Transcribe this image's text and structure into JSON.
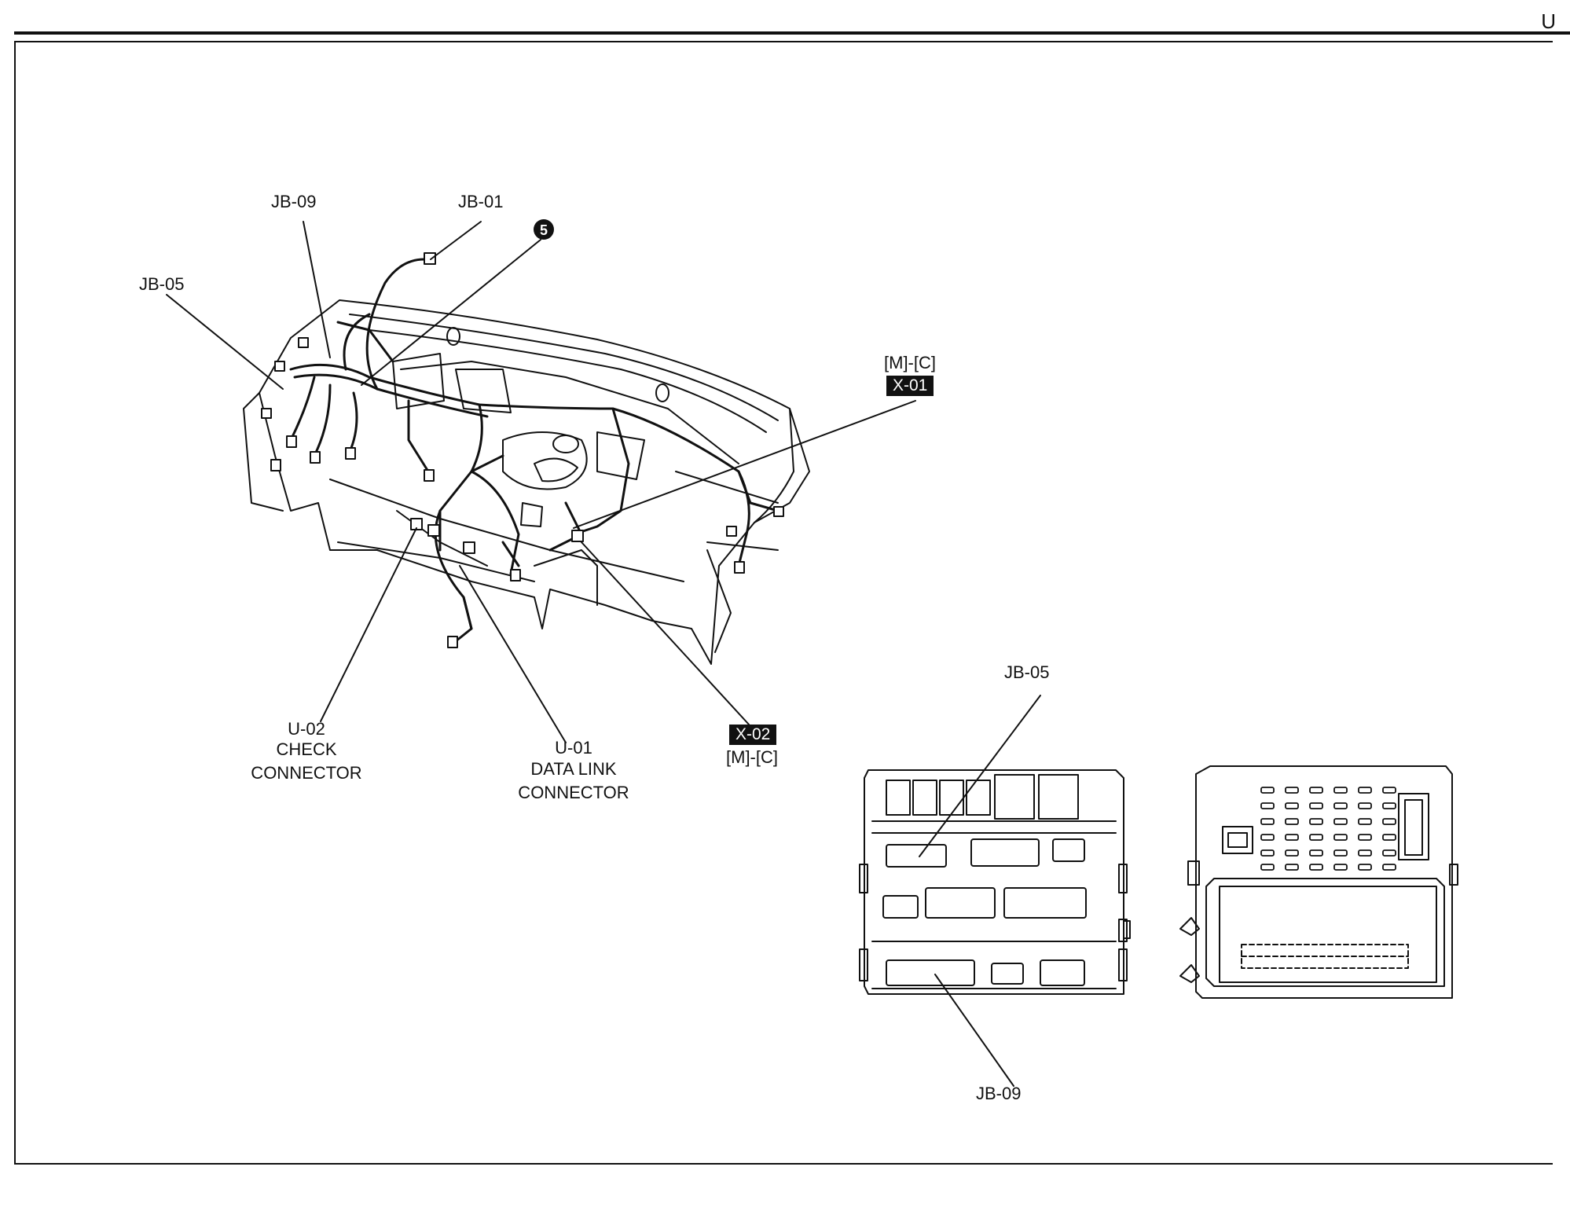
{
  "page": {
    "section_letter": "U"
  },
  "callout": {
    "number": "5"
  },
  "labels": {
    "jb09_top": "JB-09",
    "jb01": "JB-01",
    "jb05_left": "JB-05",
    "mc_top": "[M]-[C]",
    "x01": "X-01",
    "u02_code": "U-02",
    "u02_line1": "CHECK",
    "u02_line2": "CONNECTOR",
    "u01_code": "U-01",
    "u01_line1": "DATA LINK",
    "u01_line2": "CONNECTOR",
    "x02": "X-02",
    "mc_bottom": "[M]-[C]",
    "jb05_box": "JB-05",
    "jb09_box": "JB-09"
  }
}
